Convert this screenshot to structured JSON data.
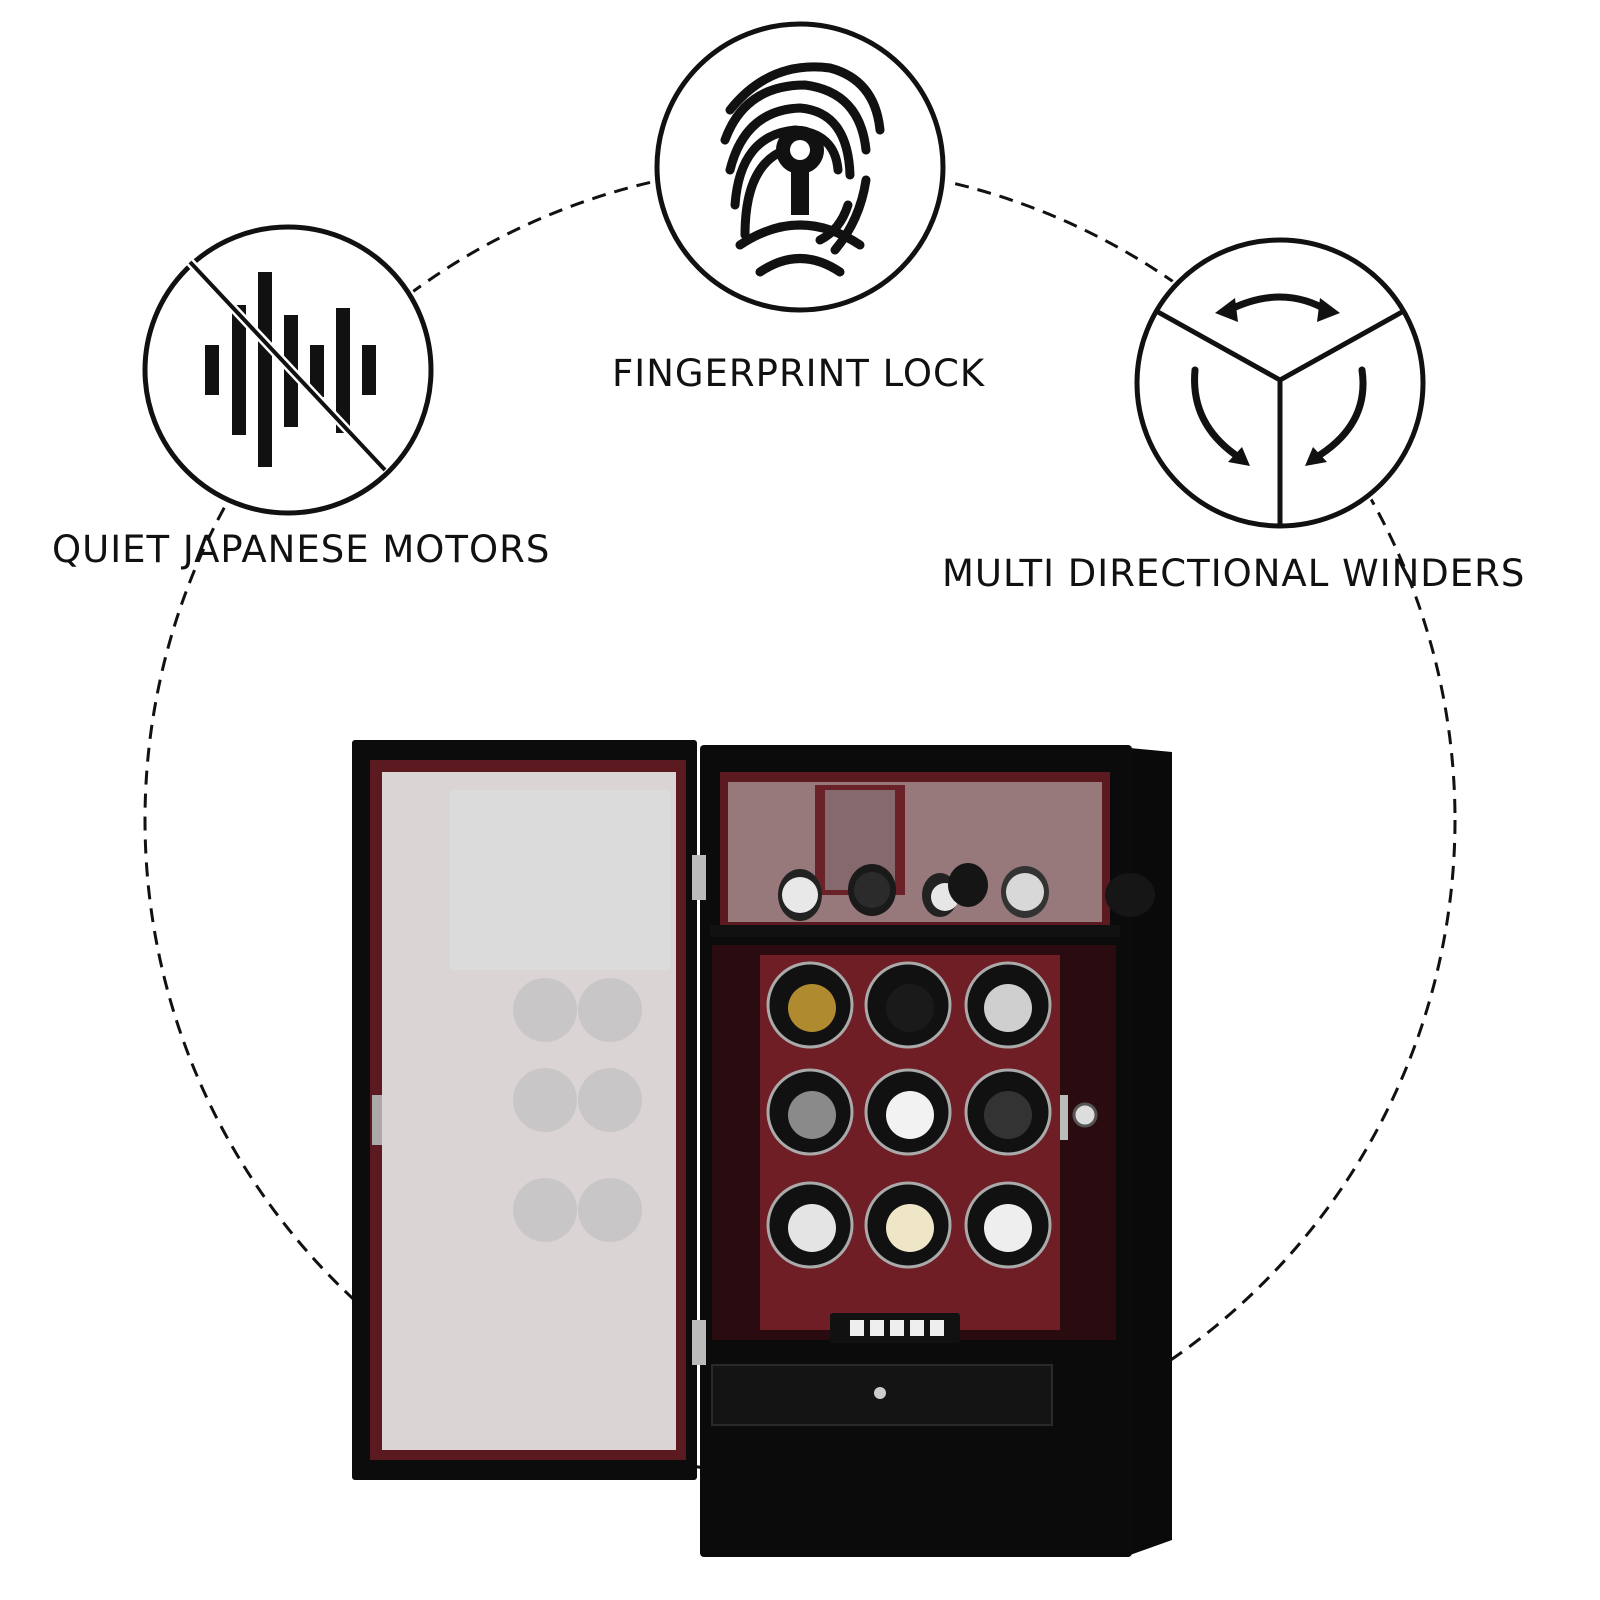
{
  "features": {
    "motors": {
      "label": "QUIET JAPANESE MOTORS",
      "icon": "sound-wave-muted-icon"
    },
    "fingerprint": {
      "label": "FINGERPRINT LOCK",
      "icon": "fingerprint-keyhole-icon"
    },
    "winders": {
      "label": "MULTI DIRECTIONAL WINDERS",
      "icon": "rotation-arrows-icon"
    }
  },
  "product": {
    "name": "watch-winder-cabinet",
    "winder_slots": 9,
    "display_watches": 6,
    "colors": {
      "body": "#0b0b0b",
      "interior": "#6e1e24",
      "glass": "#dcdcdc"
    }
  }
}
